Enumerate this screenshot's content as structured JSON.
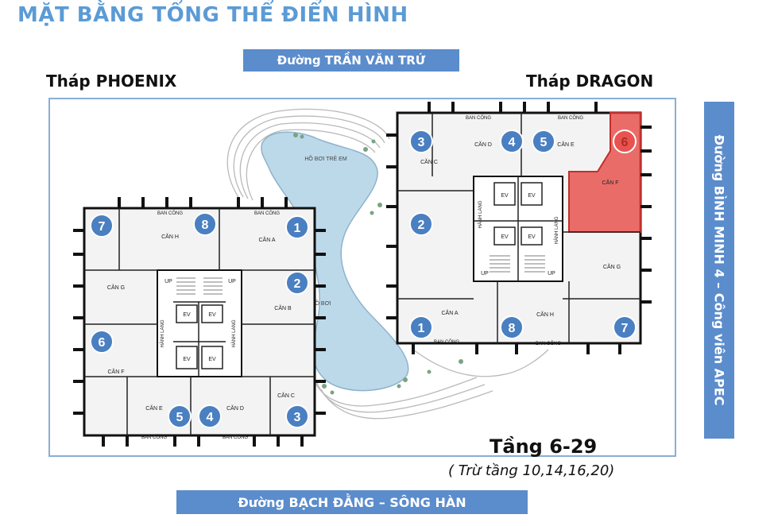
{
  "title": "MẶT BẰNG TỔNG THỂ ĐIỂN HÌNH",
  "roads": {
    "north": "Đường TRẦN VĂN TRỨ",
    "south": "Đường BẠCH ĐẰNG – SÔNG HÀN",
    "east": "Đường BÌNH MINH 4 – Công viên APEC"
  },
  "towers": {
    "phoenix": "Tháp PHOENIX",
    "dragon": "Tháp DRAGON"
  },
  "floor": {
    "label": "Tầng 6-29",
    "note": "( Trừ tầng 10,14,16,20)"
  },
  "pools": {
    "kids": "HỒ BƠI TRẺ EM",
    "main": "HỒ BƠI"
  },
  "labels": {
    "balcony": "BAN CÔNG",
    "elevator": "EV",
    "corridor": "HÀNH LANG",
    "up": "UP"
  },
  "phoenix_units": [
    {
      "num": "1",
      "name": "CĂN A"
    },
    {
      "num": "2",
      "name": "CĂN B"
    },
    {
      "num": "3",
      "name": "CĂN C"
    },
    {
      "num": "4",
      "name": "CĂN D"
    },
    {
      "num": "5",
      "name": "CĂN E"
    },
    {
      "num": "6",
      "name": "CĂN F"
    },
    {
      "num": "7",
      "name": "CĂN G"
    },
    {
      "num": "8",
      "name": "CĂN H"
    }
  ],
  "dragon_units": [
    {
      "num": "1",
      "name": "CĂN A"
    },
    {
      "num": "2",
      "name": ""
    },
    {
      "num": "3",
      "name": "CĂN C"
    },
    {
      "num": "4",
      "name": "CĂN D"
    },
    {
      "num": "5",
      "name": "CĂN E"
    },
    {
      "num": "6",
      "name": "CĂN F"
    },
    {
      "num": "7",
      "name": "CĂN G"
    },
    {
      "num": "8",
      "name": "CĂN H"
    }
  ],
  "colors": {
    "road": "#5b8ccc",
    "title": "#5b9bd5",
    "badge": "#4a7fc1",
    "highlight": "#e8534f",
    "pool": "#bcd9ea",
    "frame": "#8aaed6"
  }
}
